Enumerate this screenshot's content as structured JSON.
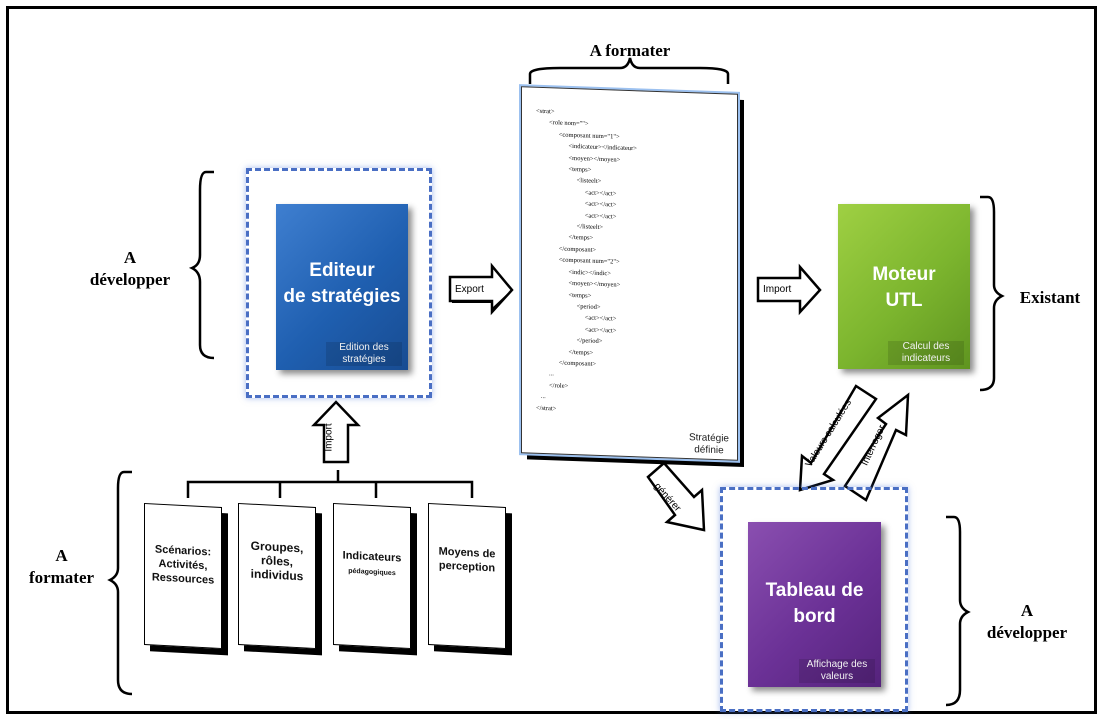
{
  "labels": {
    "top_format": "A formater",
    "left_develop": "A\ndévelopper",
    "right_existing": "Existant",
    "bottom_left_format": "A\nformater",
    "bottom_right_develop": "A\ndévelopper"
  },
  "editor": {
    "title": "Editeur\nde stratégies",
    "note": "Edition des stratégies"
  },
  "engine": {
    "title": "Moteur\nUTL",
    "note": "Calcul des indicateurs"
  },
  "dashboard": {
    "title": "Tableau de\nbord",
    "note": "Affichage des valeurs"
  },
  "document": {
    "lines": [
      "<strat>",
      "        <role nom=\"\">",
      "              <composant num=\"1\">",
      "                    <indicateur></indicateur>",
      "                    <moyen></moyen>",
      "                    <temps>",
      "                         <listeelt>",
      "                              <act></act>",
      "                              <act></act>",
      "                              <act></act>",
      "                         </listeelt>",
      "                    </temps>",
      "              </composant>",
      "              <composant num=\"2\">",
      "                    <indic></indic>",
      "                    <moyen></moyen>",
      "                    <temps>",
      "                         <period>",
      "                              <act></act>",
      "                              <act></act>",
      "                         </period>",
      "                    </temps>",
      "              </composant>",
      "        ...",
      "        </role>",
      "   ...",
      "</strat>"
    ],
    "label": "Stratégie\ndéfinie"
  },
  "arrows": {
    "export": "Export",
    "import_right": "Import",
    "import_up": "Import",
    "generer": "générer",
    "valeurs": "Valeurs calculées",
    "interroger": "Interroger"
  },
  "cards": [
    {
      "text": "Scénarios:\nActivités,\nRessources",
      "small": ""
    },
    {
      "text": "Groupes,\nrôles,\nindividus",
      "small": ""
    },
    {
      "text": "Indicateurs",
      "small": "pédagogiques"
    },
    {
      "text": "Moyens de\nperception",
      "small": ""
    }
  ],
  "colors": {
    "editor": "#1f5fb0",
    "engine": "#7cb52e",
    "dashboard": "#6b3196",
    "dash_border": "#4a6fc4"
  }
}
